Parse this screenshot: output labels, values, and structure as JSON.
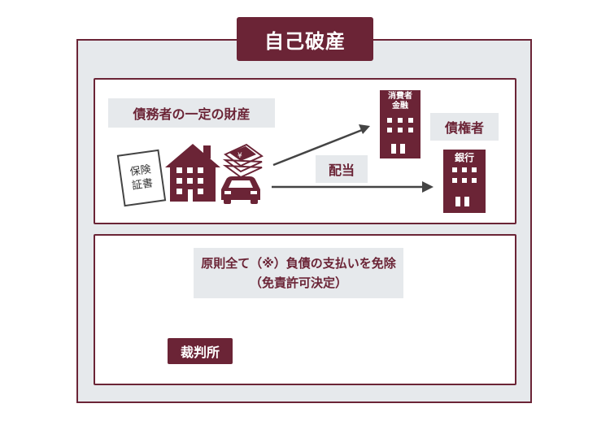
{
  "title": "自己破産",
  "top": {
    "debtor_assets": "債務者の一定の財産",
    "insurance_line1": "保険",
    "insurance_line2": "証書",
    "consumer_finance_line1": "消費者",
    "consumer_finance_line2": "金融",
    "creditor": "債権者",
    "bank": "銀行",
    "distribution": "配当"
  },
  "bottom": {
    "exemption_line1": "原則全て（※）負債の支払いを免除",
    "exemption_line2": "（免責許可決定）",
    "court": "裁判所"
  },
  "colors": {
    "maroon": "#6b2436",
    "gray_bg": "#e6e9ec",
    "arrow": "#444444",
    "sparkle": "#f2dd3a"
  },
  "icons": [
    "house-icon",
    "money-stack-icon",
    "car-icon",
    "building-icon",
    "court-building-icon",
    "businessman-icon",
    "sparkle-icon"
  ]
}
